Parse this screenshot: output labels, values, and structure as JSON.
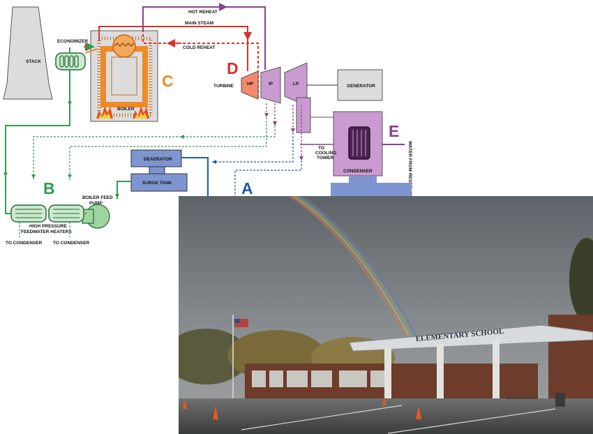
{
  "diagram": {
    "labels": {
      "hot_reheat": "HOT REHEAT",
      "main_steam": "MAIN STEAM",
      "cold_reheat": "COLD REHEAT",
      "economizer": "ECONOMIZER",
      "stack": "STACK",
      "boiler": "BOILER",
      "turbine": "TURBINE",
      "hp": "HP",
      "ip": "IP",
      "lp": "LP",
      "generator": "GENERATOR",
      "to_cooling_tower_1": "TO",
      "to_cooling_tower_2": "COOLING",
      "to_cooling_tower_3": "TOWER",
      "condenser": "CONDENSER",
      "water_from_reservoir": "WATER FROM RESERVOIR",
      "deaerator": "DEAERATOR",
      "surge_tank": "SURGE TANK",
      "boiler_feed_pump_1": "BOILER FEED",
      "boiler_feed_pump_2": "PUMP",
      "hp_feedwater_heaters_1": "HIGH PRESSURE",
      "hp_feedwater_heaters_2": "FEEDWATER HEATERS",
      "to_condenser_left": "TO CONDENSER",
      "to_condenser_right": "TO CONDENSER"
    },
    "section_letters": {
      "a": "A",
      "b": "B",
      "c": "C",
      "d": "D",
      "e": "E"
    },
    "colors": {
      "section_a": "#1e5aa8",
      "section_b": "#2e9e4f",
      "section_c": "#f08a24",
      "section_d": "#d9312a",
      "section_e": "#8b3f8f",
      "purple_fill": "#c99bd0",
      "green_fill": "#cfe8cf",
      "blue_fill": "#7f95cf",
      "gray_fill": "#dcdcdc"
    }
  },
  "photo": {
    "sign_text": "ELEMENTARY SCHOOL"
  }
}
